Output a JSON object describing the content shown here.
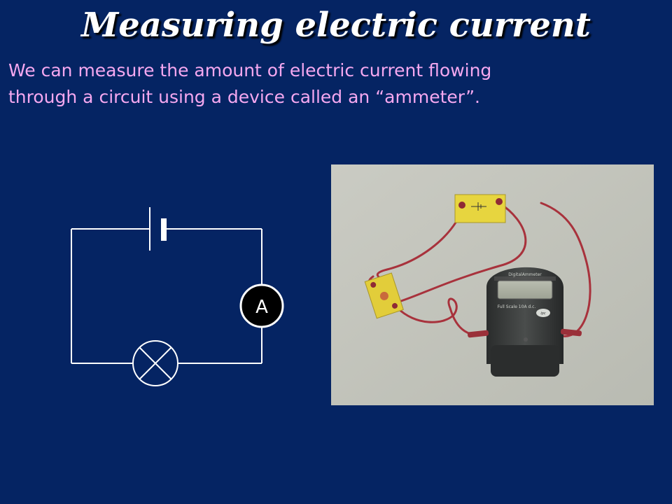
{
  "slide": {
    "title": "Measuring electric current",
    "body_lines": [
      "We can measure the amount of electric current flowing",
      "through a circuit using a device called an “ammeter”."
    ]
  },
  "circuit": {
    "ammeter_symbol": "A",
    "components": [
      "cell",
      "ammeter",
      "lamp"
    ]
  },
  "photo": {
    "subject": "ammeter-photo",
    "meter_brand": "DigitalAmmeter",
    "meter_scale_text": "Full Scale 10A d.c.",
    "meter_logo": "ipc"
  },
  "colors": {
    "background": "#052463",
    "title": "#ffffff",
    "body_text": "#f5a8f0",
    "wire": "#ffffff"
  }
}
